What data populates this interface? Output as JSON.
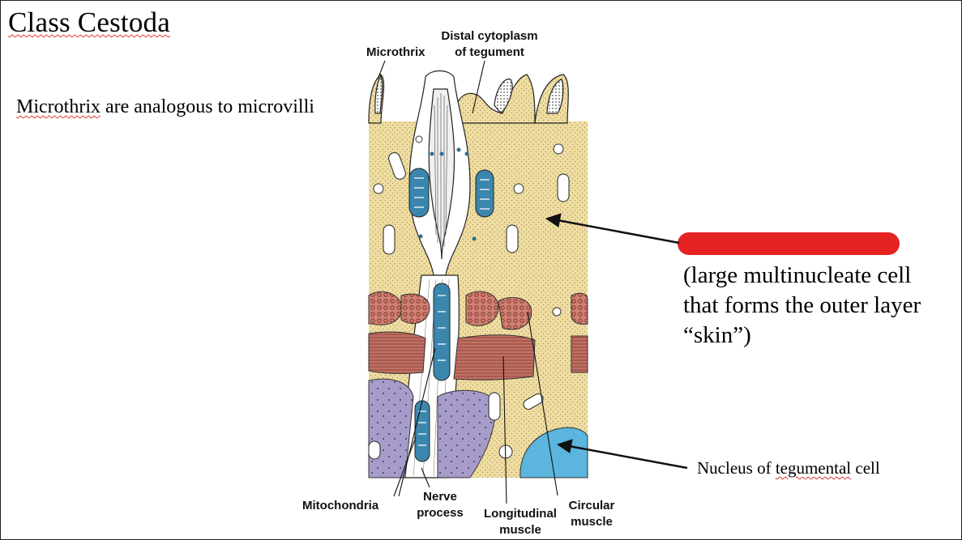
{
  "slide": {
    "title": "Class Cestoda",
    "microthrix_note": {
      "term": "Microthrix",
      "rest": " are analogous to microvilli"
    },
    "tegument_note": {
      "line1": "(large multinucleate cell",
      "line2": "that forms the outer layer",
      "line3": "“skin”)"
    },
    "nucleus_note": {
      "pre": "Nucleus of ",
      "term": "tegumental",
      "post": " cell"
    }
  },
  "diagram": {
    "labels": {
      "microthrix": "Microthrix",
      "distal_1": "Distal cytoplasm",
      "distal_2": "of tegument",
      "mitochondria": "Mitochondria",
      "nerve_1": "Nerve",
      "nerve_2": "process",
      "longitudinal_1": "Longitudinal",
      "longitudinal_2": "muscle",
      "circular_1": "Circular",
      "circular_2": "muscle"
    },
    "colors": {
      "cytoplasm": "#eedca0",
      "muscle_circular": "#d07f72",
      "muscle_longitudinal": "#b85e52",
      "basal_tissue": "#a79cc9",
      "nucleus": "#5bb5df",
      "mitochondria": "#3b86ad",
      "redaction": "#e52222"
    }
  }
}
